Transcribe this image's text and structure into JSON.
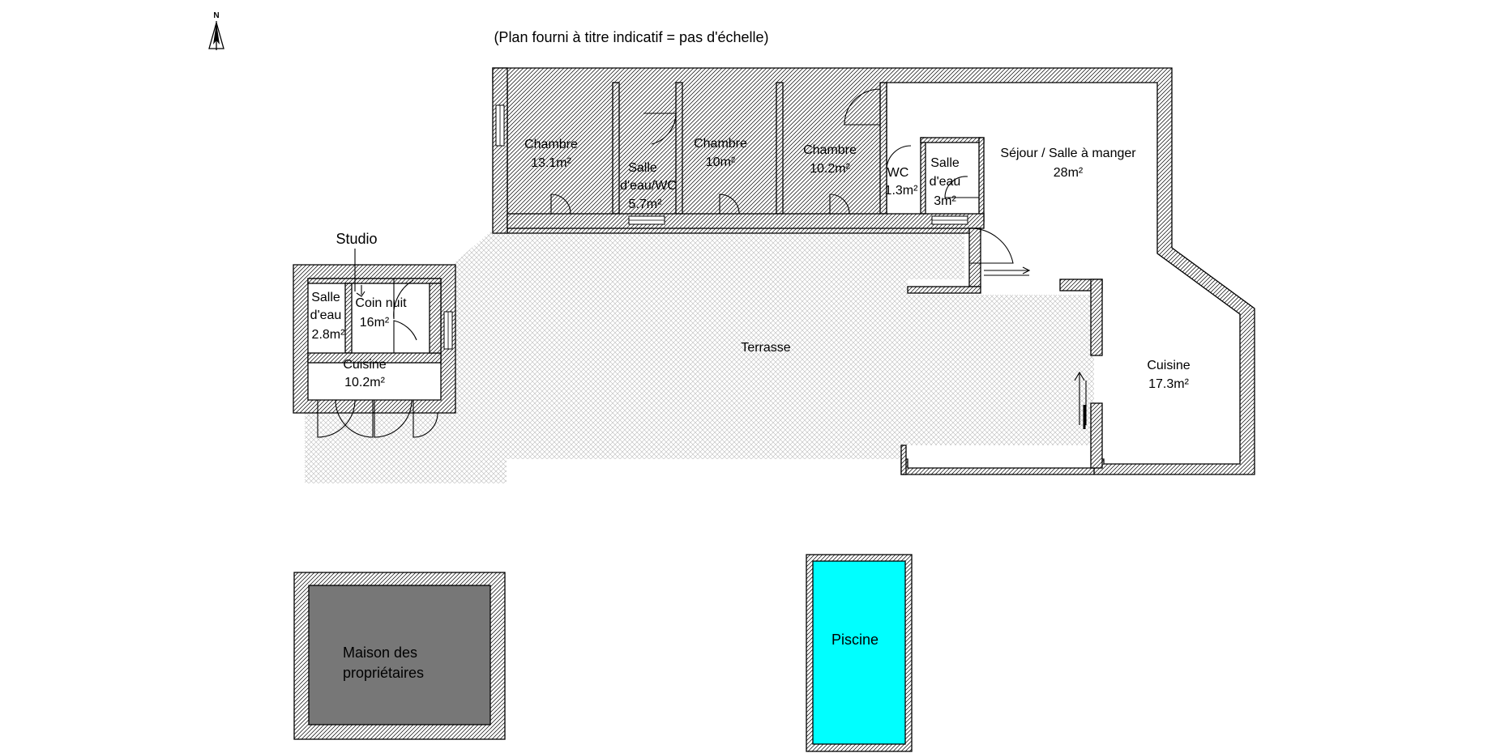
{
  "note": "(Plan fourni à titre indicatif = pas d'échelle)",
  "north_label": "N",
  "studio": {
    "title": "Studio",
    "rooms": {
      "salle_eau": [
        "Salle",
        "d'eau",
        "2.8m²"
      ],
      "coin_nuit": [
        "Coin nuit",
        "16m²"
      ],
      "cuisine": [
        "Cuisine",
        "10.2m²"
      ]
    }
  },
  "house": {
    "rooms": {
      "chambre1": [
        "Chambre",
        "13.1m²"
      ],
      "salle_eau_wc": [
        "Salle",
        "d'eau/WC",
        "5.7m²"
      ],
      "chambre2": [
        "Chambre",
        "10m²"
      ],
      "chambre3": [
        "Chambre",
        "10.2m²"
      ],
      "wc": [
        "WC",
        "1.3m²"
      ],
      "salle_eau": [
        "Salle",
        "d'eau",
        "3m²"
      ],
      "sejour": [
        "Séjour / Salle à manger",
        "28m²"
      ],
      "cuisine": [
        "Cuisine",
        "17.3m²"
      ]
    }
  },
  "terrasse": "Terrasse",
  "maison_proprietaires": [
    "Maison des",
    "propriétaires"
  ],
  "piscine": "Piscine",
  "colors": {
    "pool": "#00ffff",
    "owners_house": "#777777",
    "terrace_hatch": "#bbbbbb",
    "wall": "#000000"
  }
}
